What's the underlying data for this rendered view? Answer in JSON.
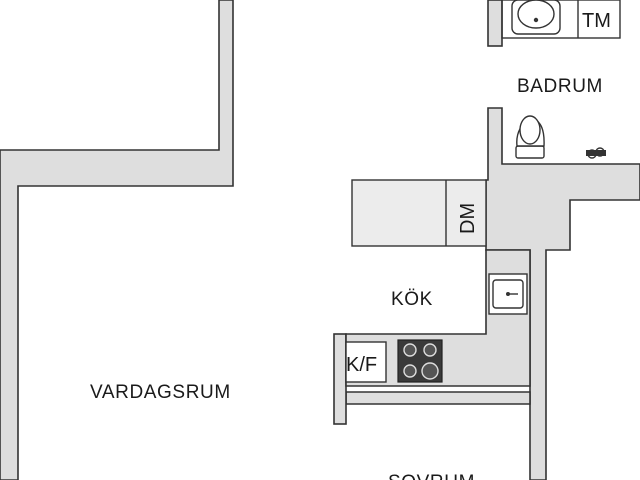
{
  "rooms": {
    "bathroom": "BADRUM",
    "kitchen": "KÖK",
    "living_room": "VARDAGSRUM",
    "bedroom": "SOVRUM"
  },
  "fixtures": {
    "washing_machine": "TM",
    "dishwasher": "DM",
    "fridge_freezer": "K/F"
  },
  "colors": {
    "wall_fill": "#dedede",
    "outline": "#333333",
    "fixture_fill": "#ececec",
    "stove": "#3a3a3a"
  }
}
